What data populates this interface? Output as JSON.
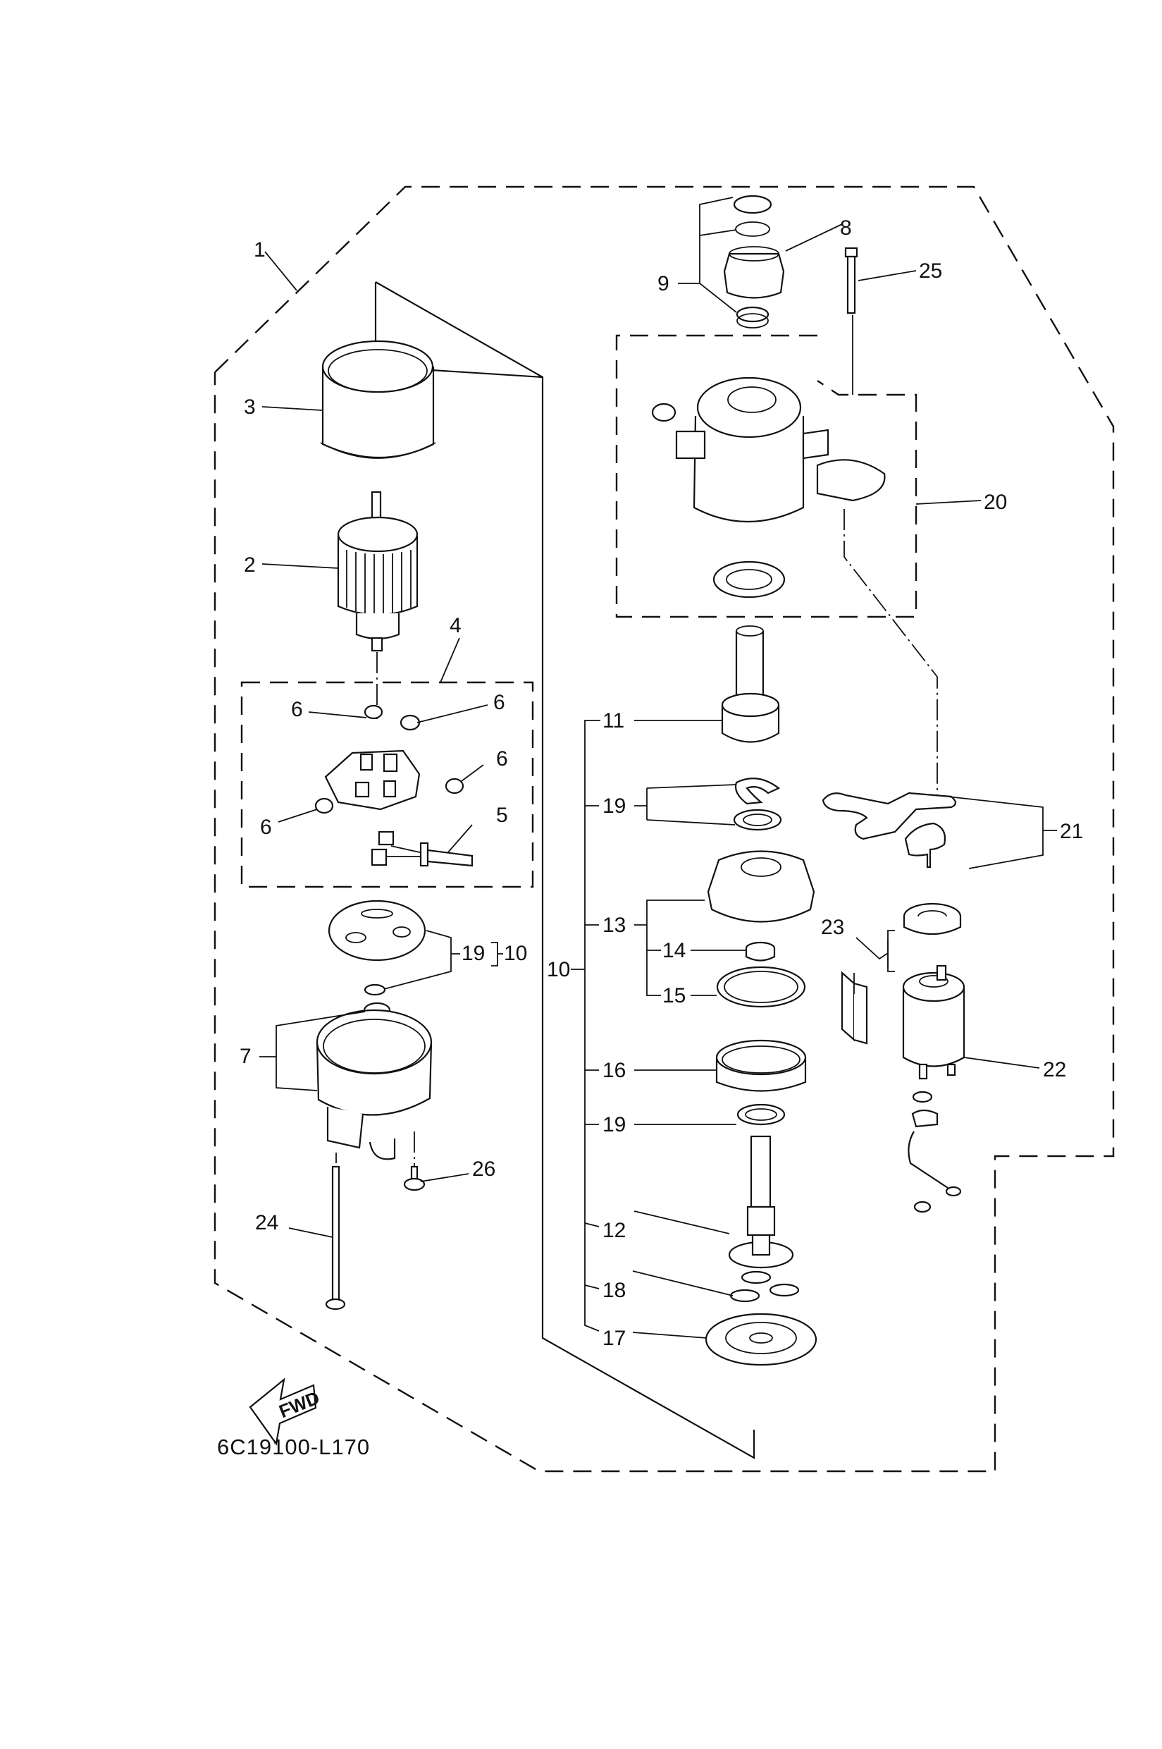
{
  "diagram": {
    "title": "Starter motor exploded parts diagram",
    "drawing_code": "6C19100-L170",
    "direction_indicator": "FWD",
    "callouts": [
      {
        "id": "c1",
        "label": "1",
        "part": "starter-motor-assembly"
      },
      {
        "id": "c2",
        "label": "2",
        "part": "armature"
      },
      {
        "id": "c3",
        "label": "3",
        "part": "yoke"
      },
      {
        "id": "c4",
        "label": "4",
        "part": "brush-holder-assembly"
      },
      {
        "id": "c5",
        "label": "5",
        "part": "brush"
      },
      {
        "id": "c6a",
        "label": "6",
        "part": "brush-spring"
      },
      {
        "id": "c6b",
        "label": "6",
        "part": "brush-spring"
      },
      {
        "id": "c6c",
        "label": "6",
        "part": "brush-spring"
      },
      {
        "id": "c6d",
        "label": "6",
        "part": "brush-spring"
      },
      {
        "id": "c7",
        "label": "7",
        "part": "rear-cover"
      },
      {
        "id": "c8",
        "label": "8",
        "part": "pinion-gear"
      },
      {
        "id": "c9",
        "label": "9",
        "part": "stopper-set"
      },
      {
        "id": "c10a",
        "label": "10",
        "part": "gear-kit"
      },
      {
        "id": "c10b",
        "label": "10",
        "part": "gear-kit"
      },
      {
        "id": "c11",
        "label": "11",
        "part": "clutch"
      },
      {
        "id": "c12",
        "label": "12",
        "part": "shaft"
      },
      {
        "id": "c13",
        "label": "13",
        "part": "bracket"
      },
      {
        "id": "c14",
        "label": "14",
        "part": "bearing"
      },
      {
        "id": "c15",
        "label": "15",
        "part": "ring"
      },
      {
        "id": "c16",
        "label": "16",
        "part": "internal-gear"
      },
      {
        "id": "c17",
        "label": "17",
        "part": "plate"
      },
      {
        "id": "c18",
        "label": "18",
        "part": "planet-gear"
      },
      {
        "id": "c19a",
        "label": "19",
        "part": "washer-set"
      },
      {
        "id": "c19b",
        "label": "19",
        "part": "washer-set"
      },
      {
        "id": "c19c",
        "label": "19",
        "part": "washer-set"
      },
      {
        "id": "c20",
        "label": "20",
        "part": "front-bracket-assembly"
      },
      {
        "id": "c21",
        "label": "21",
        "part": "lever-set"
      },
      {
        "id": "c22",
        "label": "22",
        "part": "magnetic-switch"
      },
      {
        "id": "c23",
        "label": "23",
        "part": "plunger-parts"
      },
      {
        "id": "c24",
        "label": "24",
        "part": "through-bolt"
      },
      {
        "id": "c25",
        "label": "25",
        "part": "bolt"
      },
      {
        "id": "c26",
        "label": "26",
        "part": "screw"
      }
    ]
  }
}
